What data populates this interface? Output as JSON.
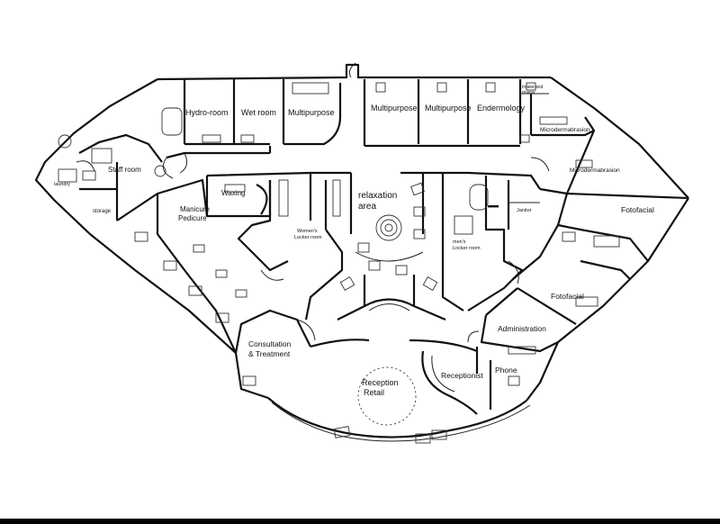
{
  "rooms": {
    "hydro_room": "Hydro-room",
    "wet_room": "Wet room",
    "multipurpose_1": "Multipurpose",
    "multipurpose_2": "Multipurpose",
    "multipurpose_3": "Multipurpose",
    "endermology": "Endermology",
    "intake_1": "Intake and",
    "intake_2": "review",
    "microdermabrasion_1": "Microdermabrasion",
    "microdermabrasion_2": "Microdermabrasion",
    "staff_room": "Staff room",
    "laundry": "laundry",
    "storage": "storage",
    "waxing": "Waxing",
    "relaxation_1": "relaxation",
    "relaxation_2": "area",
    "manicure_1": "Manicure",
    "manicure_2": "Pedicure",
    "womens_locker_1": "Women's",
    "womens_locker_2": "Locker room",
    "mens_locker_1": "men's",
    "mens_locker_2": "Locker room",
    "janitor": "Janitor",
    "fotofacial_1": "Fotofacial",
    "fotofacial_2": "Fotofacial",
    "administration": "Administration",
    "consultation_1": "Consultation",
    "consultation_2": "& Treatment",
    "reception_1": "Reception",
    "reception_2": "Retail",
    "receptionist": "Receptionist",
    "phone": "Phone"
  }
}
